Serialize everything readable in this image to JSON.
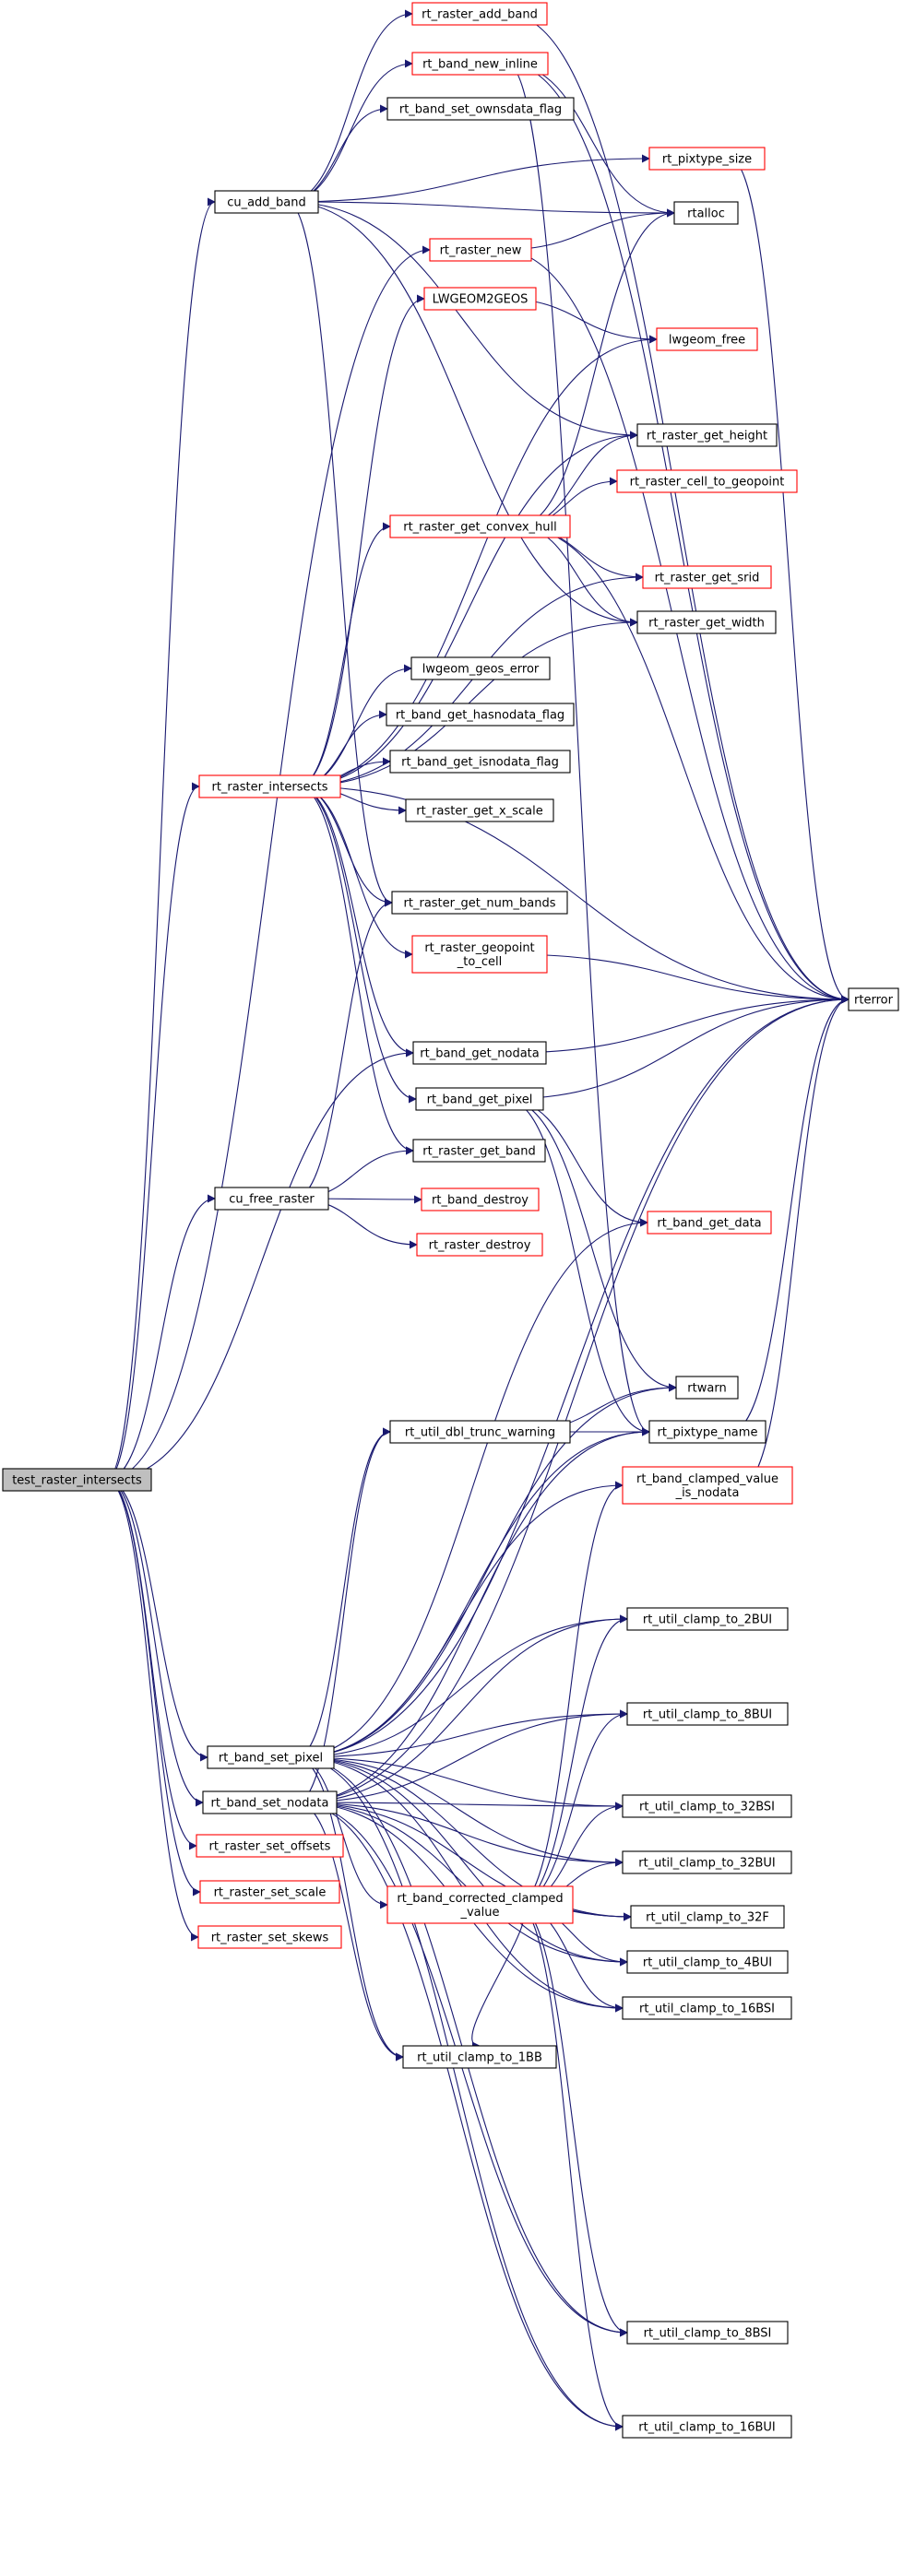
{
  "graph": {
    "colors": {
      "edge": "#191970",
      "root_fill": "#bfbfbf",
      "node_fill": "#ffffff",
      "node_border": "#000000",
      "truncated_border": "#ff0000"
    },
    "nodes": [
      {
        "id": "test_raster_intersects",
        "label": "test_raster_intersects",
        "root": true
      },
      {
        "id": "cu_add_band",
        "label": "cu_add_band"
      },
      {
        "id": "cu_free_raster",
        "label": "cu_free_raster"
      },
      {
        "id": "rt_raster_intersects",
        "label": "rt_raster_intersects",
        "truncated": true
      },
      {
        "id": "rt_band_set_pixel",
        "label": "rt_band_set_pixel"
      },
      {
        "id": "rt_band_set_nodata",
        "label": "rt_band_set_nodata"
      },
      {
        "id": "rt_raster_set_offsets",
        "label": "rt_raster_set_offsets",
        "truncated": true
      },
      {
        "id": "rt_raster_set_scale",
        "label": "rt_raster_set_scale",
        "truncated": true
      },
      {
        "id": "rt_raster_set_skews",
        "label": "rt_raster_set_skews",
        "truncated": true
      },
      {
        "id": "rt_raster_add_band",
        "label": "rt_raster_add_band",
        "truncated": true
      },
      {
        "id": "rt_band_new_inline",
        "label": "rt_band_new_inline",
        "truncated": true
      },
      {
        "id": "rt_band_set_ownsdata_flag",
        "label": "rt_band_set_ownsdata_flag"
      },
      {
        "id": "rt_pixtype_size",
        "label": "rt_pixtype_size",
        "truncated": true
      },
      {
        "id": "rtalloc",
        "label": "rtalloc"
      },
      {
        "id": "rt_raster_new",
        "label": "rt_raster_new",
        "truncated": true
      },
      {
        "id": "LWGEOM2GEOS",
        "label": "LWGEOM2GEOS",
        "truncated": true
      },
      {
        "id": "lwgeom_free",
        "label": "lwgeom_free",
        "truncated": true
      },
      {
        "id": "rt_raster_get_height",
        "label": "rt_raster_get_height"
      },
      {
        "id": "rt_raster_cell_to_geopoint",
        "label": "rt_raster_cell_to_geopoint",
        "truncated": true
      },
      {
        "id": "rt_raster_get_convex_hull",
        "label": "rt_raster_get_convex_hull",
        "truncated": true
      },
      {
        "id": "rt_raster_get_srid",
        "label": "rt_raster_get_srid",
        "truncated": true
      },
      {
        "id": "rt_raster_get_width",
        "label": "rt_raster_get_width"
      },
      {
        "id": "lwgeom_geos_error",
        "label": "lwgeom_geos_error"
      },
      {
        "id": "rt_band_get_hasnodata_flag",
        "label": "rt_band_get_hasnodata_flag"
      },
      {
        "id": "rt_band_get_isnodata_flag",
        "label": "rt_band_get_isnodata_flag"
      },
      {
        "id": "rt_raster_get_x_scale",
        "label": "rt_raster_get_x_scale"
      },
      {
        "id": "rt_raster_get_num_bands",
        "label": "rt_raster_get_num_bands"
      },
      {
        "id": "rt_raster_geopoint_to_cell",
        "label": "rt_raster_geopoint\n_to_cell",
        "truncated": true
      },
      {
        "id": "rterror",
        "label": "rterror"
      },
      {
        "id": "rt_band_get_nodata",
        "label": "rt_band_get_nodata"
      },
      {
        "id": "rt_band_get_pixel",
        "label": "rt_band_get_pixel"
      },
      {
        "id": "rt_raster_get_band",
        "label": "rt_raster_get_band"
      },
      {
        "id": "rt_band_destroy",
        "label": "rt_band_destroy",
        "truncated": true
      },
      {
        "id": "rt_raster_destroy",
        "label": "rt_raster_destroy",
        "truncated": true
      },
      {
        "id": "rt_band_get_data",
        "label": "rt_band_get_data",
        "truncated": true
      },
      {
        "id": "rtwarn",
        "label": "rtwarn"
      },
      {
        "id": "rt_util_dbl_trunc_warning",
        "label": "rt_util_dbl_trunc_warning"
      },
      {
        "id": "rt_pixtype_name",
        "label": "rt_pixtype_name"
      },
      {
        "id": "rt_band_clamped_value_is_nodata",
        "label": "rt_band_clamped_value\n_is_nodata",
        "truncated": true
      },
      {
        "id": "rt_util_clamp_to_2BUI",
        "label": "rt_util_clamp_to_2BUI"
      },
      {
        "id": "rt_util_clamp_to_8BUI",
        "label": "rt_util_clamp_to_8BUI"
      },
      {
        "id": "rt_util_clamp_to_32BSI",
        "label": "rt_util_clamp_to_32BSI"
      },
      {
        "id": "rt_util_clamp_to_32BUI",
        "label": "rt_util_clamp_to_32BUI"
      },
      {
        "id": "rt_band_corrected_clamped_value",
        "label": "rt_band_corrected_clamped\n_value",
        "truncated": true
      },
      {
        "id": "rt_util_clamp_to_32F",
        "label": "rt_util_clamp_to_32F"
      },
      {
        "id": "rt_util_clamp_to_4BUI",
        "label": "rt_util_clamp_to_4BUI"
      },
      {
        "id": "rt_util_clamp_to_16BSI",
        "label": "rt_util_clamp_to_16BSI"
      },
      {
        "id": "rt_util_clamp_to_1BB",
        "label": "rt_util_clamp_to_1BB"
      },
      {
        "id": "rt_util_clamp_to_8BSI",
        "label": "rt_util_clamp_to_8BSI"
      },
      {
        "id": "rt_util_clamp_to_16BUI",
        "label": "rt_util_clamp_to_16BUI"
      }
    ],
    "edges": [
      [
        "test_raster_intersects",
        "cu_add_band"
      ],
      [
        "test_raster_intersects",
        "rt_raster_intersects"
      ],
      [
        "test_raster_intersects",
        "cu_free_raster"
      ],
      [
        "test_raster_intersects",
        "rt_band_set_pixel"
      ],
      [
        "test_raster_intersects",
        "rt_band_set_nodata"
      ],
      [
        "test_raster_intersects",
        "rt_raster_set_offsets"
      ],
      [
        "test_raster_intersects",
        "rt_raster_set_scale"
      ],
      [
        "test_raster_intersects",
        "rt_raster_set_skews"
      ],
      [
        "test_raster_intersects",
        "rt_raster_new"
      ],
      [
        "test_raster_intersects",
        "rt_band_get_nodata"
      ],
      [
        "cu_add_band",
        "rt_raster_add_band"
      ],
      [
        "cu_add_band",
        "rt_band_new_inline"
      ],
      [
        "cu_add_band",
        "rt_band_set_ownsdata_flag"
      ],
      [
        "cu_add_band",
        "rt_pixtype_size"
      ],
      [
        "cu_add_band",
        "rtalloc"
      ],
      [
        "cu_add_band",
        "rt_raster_get_height"
      ],
      [
        "cu_add_band",
        "rt_raster_get_width"
      ],
      [
        "cu_add_band",
        "rt_raster_get_num_bands"
      ],
      [
        "rt_raster_add_band",
        "rterror"
      ],
      [
        "rt_band_new_inline",
        "rtalloc"
      ],
      [
        "rt_band_new_inline",
        "rterror"
      ],
      [
        "rt_band_new_inline",
        "rt_pixtype_name"
      ],
      [
        "rt_pixtype_size",
        "rterror"
      ],
      [
        "rt_raster_new",
        "rtalloc"
      ],
      [
        "rt_raster_new",
        "rterror"
      ],
      [
        "LWGEOM2GEOS",
        "lwgeom_free"
      ],
      [
        "rt_raster_intersects",
        "LWGEOM2GEOS"
      ],
      [
        "rt_raster_intersects",
        "lwgeom_free"
      ],
      [
        "rt_raster_intersects",
        "rt_raster_get_height"
      ],
      [
        "rt_raster_intersects",
        "rt_raster_get_convex_hull"
      ],
      [
        "rt_raster_intersects",
        "rt_raster_get_srid"
      ],
      [
        "rt_raster_intersects",
        "rt_raster_get_width"
      ],
      [
        "rt_raster_intersects",
        "lwgeom_geos_error"
      ],
      [
        "rt_raster_intersects",
        "rt_band_get_hasnodata_flag"
      ],
      [
        "rt_raster_intersects",
        "rt_band_get_isnodata_flag"
      ],
      [
        "rt_raster_intersects",
        "rt_raster_get_x_scale"
      ],
      [
        "rt_raster_intersects",
        "rt_raster_get_num_bands"
      ],
      [
        "rt_raster_intersects",
        "rt_raster_geopoint_to_cell"
      ],
      [
        "rt_raster_intersects",
        "rterror"
      ],
      [
        "rt_raster_intersects",
        "rt_band_get_nodata"
      ],
      [
        "rt_raster_intersects",
        "rt_band_get_pixel"
      ],
      [
        "rt_raster_intersects",
        "rt_raster_get_band"
      ],
      [
        "rt_raster_get_convex_hull",
        "rtalloc"
      ],
      [
        "rt_raster_get_convex_hull",
        "rt_raster_get_height"
      ],
      [
        "rt_raster_get_convex_hull",
        "rt_raster_cell_to_geopoint"
      ],
      [
        "rt_raster_get_convex_hull",
        "rt_raster_get_srid"
      ],
      [
        "rt_raster_get_convex_hull",
        "rt_raster_get_width"
      ],
      [
        "rt_raster_get_convex_hull",
        "rterror"
      ],
      [
        "rt_raster_geopoint_to_cell",
        "rterror"
      ],
      [
        "rt_band_get_nodata",
        "rterror"
      ],
      [
        "rt_band_get_pixel",
        "rterror"
      ],
      [
        "rt_band_get_pixel",
        "rt_band_get_data"
      ],
      [
        "rt_band_get_pixel",
        "rtwarn"
      ],
      [
        "rt_band_get_pixel",
        "rt_pixtype_name"
      ],
      [
        "cu_free_raster",
        "rt_raster_get_num_bands"
      ],
      [
        "cu_free_raster",
        "rt_raster_get_band"
      ],
      [
        "cu_free_raster",
        "rt_band_destroy"
      ],
      [
        "cu_free_raster",
        "rt_raster_destroy"
      ],
      [
        "rt_util_dbl_trunc_warning",
        "rtwarn"
      ],
      [
        "rt_util_dbl_trunc_warning",
        "rt_pixtype_name"
      ],
      [
        "rt_pixtype_name",
        "rterror"
      ],
      [
        "rt_band_set_pixel",
        "rt_band_get_data"
      ],
      [
        "rt_band_set_pixel",
        "rtwarn"
      ],
      [
        "rt_band_set_pixel",
        "rt_util_dbl_trunc_warning"
      ],
      [
        "rt_band_set_pixel",
        "rt_pixtype_name"
      ],
      [
        "rt_band_set_pixel",
        "rt_band_clamped_value_is_nodata"
      ],
      [
        "rt_band_set_pixel",
        "rt_util_clamp_to_2BUI"
      ],
      [
        "rt_band_set_pixel",
        "rt_util_clamp_to_8BUI"
      ],
      [
        "rt_band_set_pixel",
        "rt_util_clamp_to_32BSI"
      ],
      [
        "rt_band_set_pixel",
        "rt_util_clamp_to_32BUI"
      ],
      [
        "rt_band_set_pixel",
        "rt_band_corrected_clamped_value"
      ],
      [
        "rt_band_set_pixel",
        "rt_util_clamp_to_32F"
      ],
      [
        "rt_band_set_pixel",
        "rt_util_clamp_to_4BUI"
      ],
      [
        "rt_band_set_pixel",
        "rt_util_clamp_to_16BSI"
      ],
      [
        "rt_band_set_pixel",
        "rt_util_clamp_to_1BB"
      ],
      [
        "rt_band_set_pixel",
        "rt_util_clamp_to_8BSI"
      ],
      [
        "rt_band_set_pixel",
        "rt_util_clamp_to_16BUI"
      ],
      [
        "rt_band_set_pixel",
        "rterror"
      ],
      [
        "rt_band_set_nodata",
        "rterror"
      ],
      [
        "rt_band_set_nodata",
        "rt_pixtype_name"
      ],
      [
        "rt_band_set_nodata",
        "rt_util_dbl_trunc_warning"
      ],
      [
        "rt_band_set_nodata",
        "rt_util_clamp_to_2BUI"
      ],
      [
        "rt_band_set_nodata",
        "rt_util_clamp_to_8BUI"
      ],
      [
        "rt_band_set_nodata",
        "rt_util_clamp_to_32BSI"
      ],
      [
        "rt_band_set_nodata",
        "rt_util_clamp_to_32BUI"
      ],
      [
        "rt_band_set_nodata",
        "rt_util_clamp_to_32F"
      ],
      [
        "rt_band_set_nodata",
        "rt_util_clamp_to_4BUI"
      ],
      [
        "rt_band_set_nodata",
        "rt_util_clamp_to_16BSI"
      ],
      [
        "rt_band_set_nodata",
        "rt_util_clamp_to_1BB"
      ],
      [
        "rt_band_set_nodata",
        "rt_util_clamp_to_8BSI"
      ],
      [
        "rt_band_set_nodata",
        "rt_util_clamp_to_16BUI"
      ],
      [
        "rt_band_corrected_clamped_value",
        "rt_band_clamped_value_is_nodata"
      ],
      [
        "rt_band_corrected_clamped_value",
        "rt_util_clamp_to_2BUI"
      ],
      [
        "rt_band_corrected_clamped_value",
        "rt_util_clamp_to_8BUI"
      ],
      [
        "rt_band_corrected_clamped_value",
        "rt_util_clamp_to_32BSI"
      ],
      [
        "rt_band_corrected_clamped_value",
        "rt_util_clamp_to_32BUI"
      ],
      [
        "rt_band_corrected_clamped_value",
        "rt_util_clamp_to_32F"
      ],
      [
        "rt_band_corrected_clamped_value",
        "rt_util_clamp_to_4BUI"
      ],
      [
        "rt_band_corrected_clamped_value",
        "rt_util_clamp_to_16BSI"
      ],
      [
        "rt_band_corrected_clamped_value",
        "rt_util_clamp_to_1BB"
      ],
      [
        "rt_band_corrected_clamped_value",
        "rt_util_clamp_to_8BSI"
      ],
      [
        "rt_band_corrected_clamped_value",
        "rt_util_clamp_to_16BUI"
      ],
      [
        "rt_band_clamped_value_is_nodata",
        "rterror"
      ]
    ]
  }
}
